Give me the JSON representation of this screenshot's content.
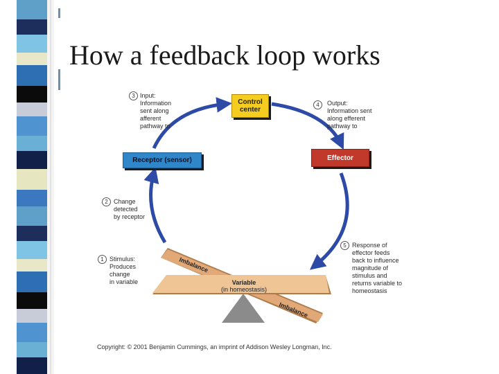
{
  "title": "How a feedback loop works",
  "control_center": {
    "line1": "Control",
    "line2": "center"
  },
  "receptor_label": "Receptor (sensor)",
  "effector_label": "Effector",
  "steps": [
    {
      "num": "1",
      "lines": [
        "Stimulus:",
        "Produces",
        "change",
        "in variable"
      ]
    },
    {
      "num": "2",
      "lines": [
        "Change",
        "detected",
        "by receptor"
      ]
    },
    {
      "num": "3",
      "lines": [
        "Input:",
        "Information",
        "sent along",
        "afferent",
        "pathway to"
      ]
    },
    {
      "num": "4",
      "lines": [
        "Output:",
        "Information sent",
        "along efferent",
        "pathway to"
      ]
    },
    {
      "num": "5",
      "lines": [
        "Response of",
        "effector feeds",
        "back to influence",
        "magnitude of",
        "stimulus and",
        "returns variable to",
        "homeostasis"
      ]
    }
  ],
  "balance": {
    "imbalance_top": "Imbalance",
    "variable_line1": "Variable",
    "variable_line2": "(in homeostasis)",
    "imbalance_bottom": "Imbalance"
  },
  "copyright": "Copyright: © 2001 Benjamin Cummings, an imprint of Addison Wesley Longman, Inc.",
  "colors": {
    "control": "#f5cd20",
    "receptor": "#2f86c8",
    "effector": "#c0392b",
    "arrow": "#2c4aa6",
    "board": "#e7b98a"
  }
}
